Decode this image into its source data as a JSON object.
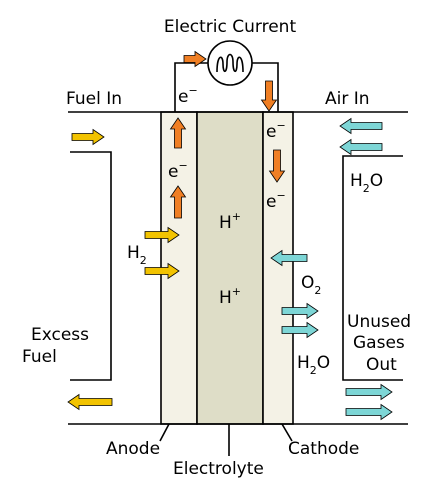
{
  "labels": {
    "electric_current": "Electric Current",
    "fuel_in": "Fuel In",
    "air_in": "Air In",
    "excess_fuel_line1": "Excess",
    "excess_fuel_line2": "Fuel",
    "unused_line1": "Unused",
    "unused_line2": "Gases",
    "unused_line3": "Out",
    "anode": "Anode",
    "electrolyte": "Electrolyte",
    "cathode": "Cathode"
  },
  "species": {
    "electron": "e",
    "electron_charge": "−",
    "proton": "H",
    "proton_charge": "+",
    "hydrogen": "H",
    "hydrogen_sub": "2",
    "oxygen": "O",
    "oxygen_sub": "2",
    "water_h": "H",
    "water_sub": "2",
    "water_o": "O"
  },
  "colors": {
    "electron_arrow": "#f07f24",
    "fuel_arrow": "#f2c300",
    "air_arrow": "#7dd6d6",
    "electrode_fill": "#f4f2e6",
    "electrolyte_fill": "#deddc7",
    "line": "#000000"
  }
}
